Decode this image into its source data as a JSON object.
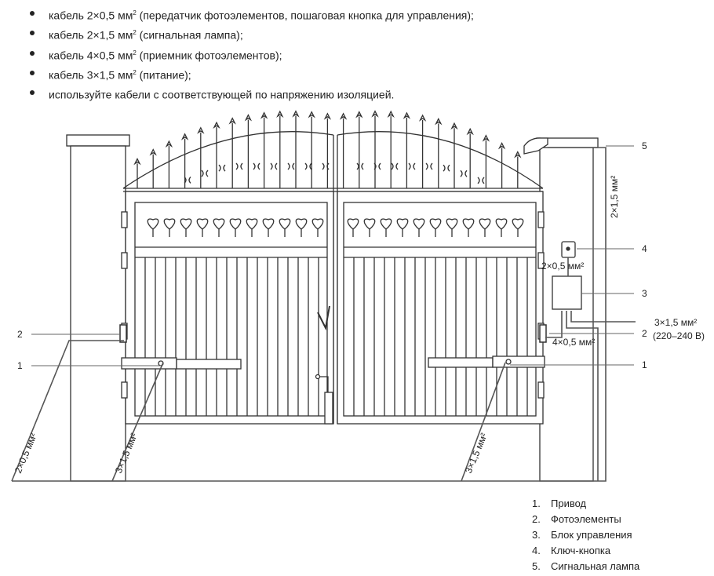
{
  "bullets": [
    {
      "text": "кабель 2×0,5 мм",
      "sup": "2",
      "rest": " (передатчик фотоэлементов, пошаговая кнопка для управления);"
    },
    {
      "text": "кабель 2×1,5 мм",
      "sup": "2",
      "rest": " (сигнальная лампа);"
    },
    {
      "text": "кабель 4×0,5 мм",
      "sup": "2",
      "rest": " (приемник фотоэлементов);"
    },
    {
      "text": "кабель 3×1,5 мм",
      "sup": "2",
      "rest": " (питание);"
    },
    {
      "text": "используйте кабели с соответствующей по напряжению изоляцией.",
      "sup": "",
      "rest": ""
    }
  ],
  "callouts": {
    "n5": "5",
    "n4": "4",
    "n3": "3",
    "n2_left": "2",
    "n2_right": "2",
    "n1_left": "1",
    "n1_right": "1"
  },
  "cable_labels": {
    "lamp": "2×1,5 мм²",
    "key": "2×0,5 мм²",
    "power": "3×1,5 мм²",
    "voltage": "(220–240 В)",
    "photo_rx": "4×0,5 мм²",
    "photo_tx": "2×0,5 мм²",
    "motor_left": "3×1,5 мм²",
    "motor_right": "3×1,5 мм²"
  },
  "legend": [
    {
      "n": "1.",
      "label": "Привод"
    },
    {
      "n": "2.",
      "label": "Фотоэлементы"
    },
    {
      "n": "3.",
      "label": "Блок управления"
    },
    {
      "n": "4.",
      "label": "Ключ-кнопка"
    },
    {
      "n": "5.",
      "label": "Сигнальная лампа"
    }
  ]
}
